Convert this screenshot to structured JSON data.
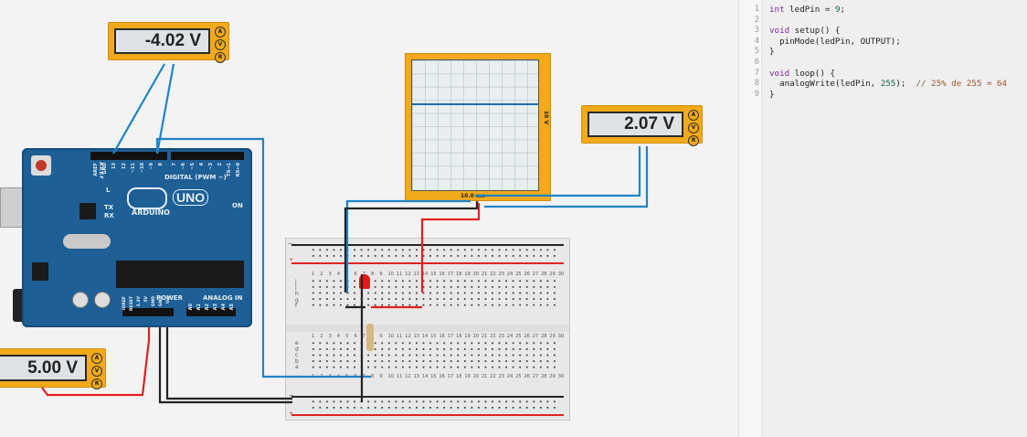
{
  "meters": {
    "top": {
      "reading": "-4.02 V"
    },
    "right": {
      "reading": "2.07 V"
    },
    "bottom": {
      "reading": "5.00 V"
    },
    "knobs": [
      "A",
      "V",
      "R"
    ]
  },
  "oscilloscope": {
    "time_div": "10.0 ms",
    "volt_div": "10 V"
  },
  "arduino": {
    "brand": "ARDUINO",
    "model": "UNO",
    "digital_label": "DIGITAL (PWM ~)",
    "power_label": "POWER",
    "analog_label": "ANALOG IN",
    "on_label": "ON",
    "l_label": "L",
    "tx_label": "TX",
    "rx_label": "RX",
    "digital_pins": [
      "AREF",
      "GND",
      "13",
      "12",
      "~11",
      "~10",
      "~9",
      "8",
      "7",
      "~6",
      "~5",
      "4",
      "~3",
      "2",
      "TX→1",
      "RX←0"
    ],
    "power_pins": [
      "IOREF",
      "RESET",
      "3.3V",
      "5V",
      "GND",
      "GND",
      "Vin"
    ],
    "analog_pins": [
      "A0",
      "A1",
      "A2",
      "A3",
      "A4",
      "A5"
    ]
  },
  "breadboard": {
    "row_letters_top": [
      "j",
      "i",
      "h",
      "g",
      "f"
    ],
    "row_letters_bottom": [
      "e",
      "d",
      "c",
      "b",
      "a"
    ],
    "columns": [
      "1",
      "2",
      "3",
      "4",
      "5",
      "6",
      "7",
      "8",
      "9",
      "10",
      "11",
      "12",
      "13",
      "14",
      "15",
      "16",
      "17",
      "18",
      "19",
      "20",
      "21",
      "22",
      "23",
      "24",
      "25",
      "26",
      "27",
      "28",
      "29",
      "30"
    ],
    "rail_plus": "+",
    "rail_minus": "−"
  },
  "code": {
    "line_numbers": [
      "1",
      "2",
      "3",
      "4",
      "5",
      "6",
      "7",
      "8",
      "9"
    ],
    "lines": [
      [
        {
          "t": "int",
          "c": "kw"
        },
        {
          "t": " ledPin = ",
          "c": ""
        },
        {
          "t": "9",
          "c": "num"
        },
        {
          "t": ";",
          "c": ""
        }
      ],
      [],
      [
        {
          "t": "void",
          "c": "kw"
        },
        {
          "t": " setup() {",
          "c": ""
        }
      ],
      [
        {
          "t": "  pinMode(ledPin, OUTPUT);",
          "c": ""
        }
      ],
      [
        {
          "t": "}",
          "c": ""
        }
      ],
      [],
      [
        {
          "t": "void",
          "c": "kw"
        },
        {
          "t": " loop() {",
          "c": ""
        }
      ],
      [
        {
          "t": "  analogWrite(ledPin, ",
          "c": ""
        },
        {
          "t": "255",
          "c": "num"
        },
        {
          "t": ");  ",
          "c": ""
        },
        {
          "t": "// 25% de 255 ≈ 64",
          "c": "cm"
        }
      ],
      [
        {
          "t": "}",
          "c": ""
        }
      ]
    ]
  }
}
